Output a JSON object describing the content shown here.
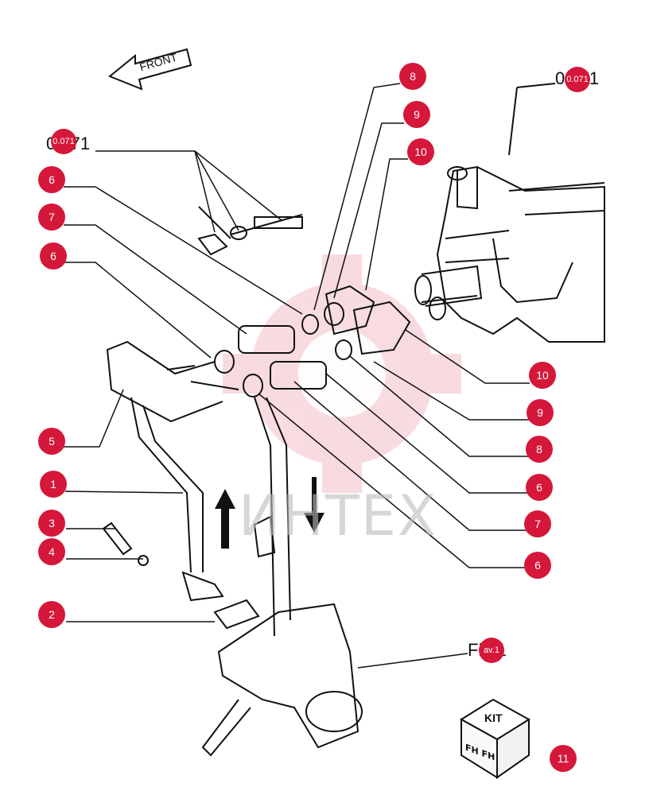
{
  "diagram": {
    "front_label": "FRONT",
    "ref_top_right": {
      "text": "0.071",
      "badge": "0.071"
    },
    "ref_top_left": {
      "text": "0.071",
      "badge": "0.071"
    },
    "fig_ref": {
      "text": "Fig.1",
      "badge": "av.1"
    },
    "watermark": "ИНТЕХ",
    "kit_label": "KIT",
    "kit_side_text": "FH FH",
    "accent_color": "#d5173a"
  },
  "callouts": [
    {
      "label": "8"
    },
    {
      "label": "9"
    },
    {
      "label": "10"
    },
    {
      "label": "6"
    },
    {
      "label": "7"
    },
    {
      "label": "6"
    },
    {
      "label": "5"
    },
    {
      "label": "1"
    },
    {
      "label": "3"
    },
    {
      "label": "4"
    },
    {
      "label": "2"
    },
    {
      "label": "10"
    },
    {
      "label": "9"
    },
    {
      "label": "8"
    },
    {
      "label": "6"
    },
    {
      "label": "7"
    },
    {
      "label": "6"
    },
    {
      "label": "11"
    }
  ]
}
